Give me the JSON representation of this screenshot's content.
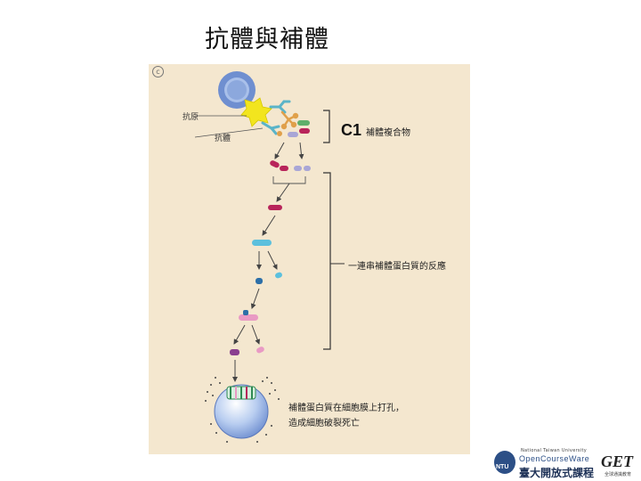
{
  "slide": {
    "title": "抗體與補體"
  },
  "figure": {
    "labels": {
      "antigen": "抗原",
      "antibody": "抗體",
      "c1": "C1",
      "c1_complex": "補體複合物",
      "cascade": "一連串補體蛋白質的反應",
      "lysis": "補體蛋白質在細胞膜上打孔，造成細胞破裂死亡"
    },
    "colors": {
      "background": "#f4e7cf",
      "antigen": "#f2e51e",
      "antibody": "#5ab4c8",
      "c1": "#e0a04a",
      "magenta": "#b8245a",
      "lavender": "#a9a6d6",
      "cyan": "#5cc0dd",
      "pink": "#e99ac4",
      "purple": "#8a3f8f",
      "cell": "#9ab6e6",
      "membrane_pore": "#2f8a52"
    },
    "icons": [
      "copyright-icon"
    ]
  },
  "footer": {
    "university_small": "National Taiwan University",
    "ocw_name": "OpenCourseWare",
    "ntu_mark": "NTU",
    "course_name": "臺大開放式課程",
    "get_logo": "GET",
    "get_sub": "全球通識教育"
  }
}
